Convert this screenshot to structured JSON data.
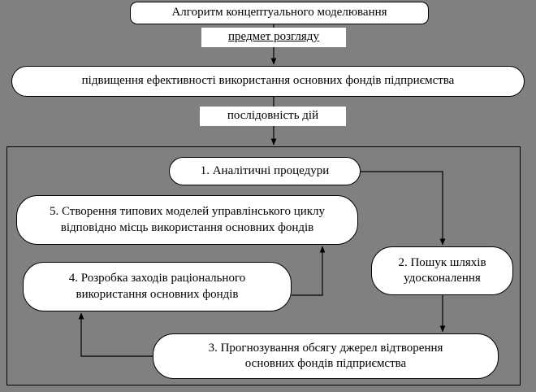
{
  "diagram": {
    "title_node": "Алгоритм концептуального моделювання",
    "label_subject": "предмет розгляду",
    "goal_node": "підвищення ефективності використання основних фондів підприємства",
    "label_sequence": "послідовність дій",
    "steps": [
      {
        "id": "step-1",
        "line1": "1. Аналітичні процедури",
        "line2": ""
      },
      {
        "id": "step-2",
        "line1": "2. Пошук шляхів",
        "line2": "удосконалення"
      },
      {
        "id": "step-3",
        "line1": "3. Прогнозування обсягу джерел відтворення",
        "line2": "основних фондів підприємства"
      },
      {
        "id": "step-4",
        "line1": "4. Розробка заходів раціонального",
        "line2": "використання основних фондів"
      },
      {
        "id": "step-5",
        "line1": "5. Створення типових моделей управлінського циклу",
        "line2": "відповідно місць використання основних фондів"
      }
    ],
    "colors": {
      "background": "#808080",
      "node_fill": "#ffffff",
      "stroke": "#000000"
    }
  }
}
